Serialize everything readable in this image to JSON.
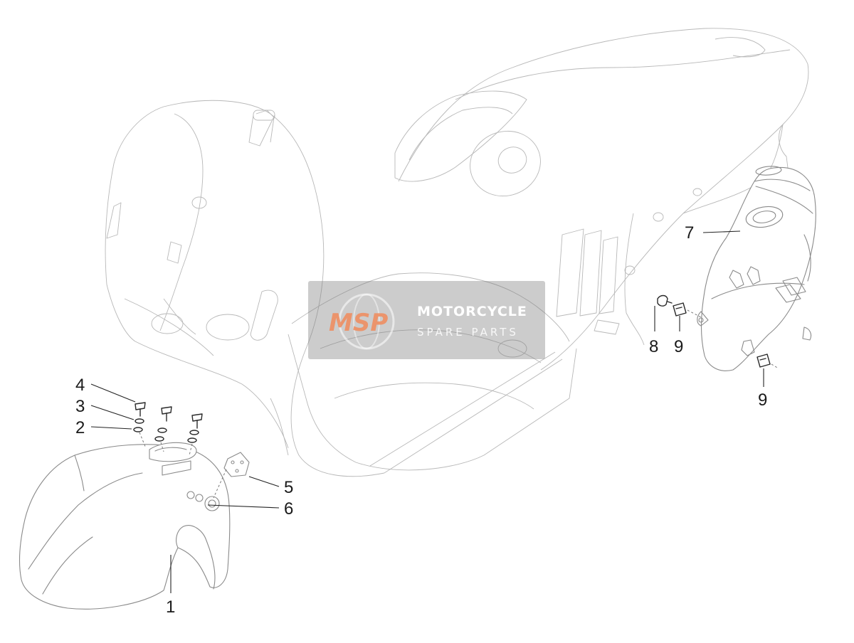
{
  "diagram": {
    "callouts": [
      {
        "id": "1",
        "label": "1"
      },
      {
        "id": "2",
        "label": "2"
      },
      {
        "id": "3",
        "label": "3"
      },
      {
        "id": "4",
        "label": "4"
      },
      {
        "id": "5",
        "label": "5"
      },
      {
        "id": "6",
        "label": "6"
      },
      {
        "id": "7",
        "label": "7"
      },
      {
        "id": "8",
        "label": "8"
      },
      {
        "id": "9a",
        "label": "9"
      },
      {
        "id": "9b",
        "label": "9"
      }
    ]
  },
  "watermark": {
    "logo_text": "MSP",
    "line1": "MOTORCYCLE",
    "line2": "SPARE PARTS",
    "accent_color": "#f08a5a",
    "box_color": "#7a7a7a"
  }
}
